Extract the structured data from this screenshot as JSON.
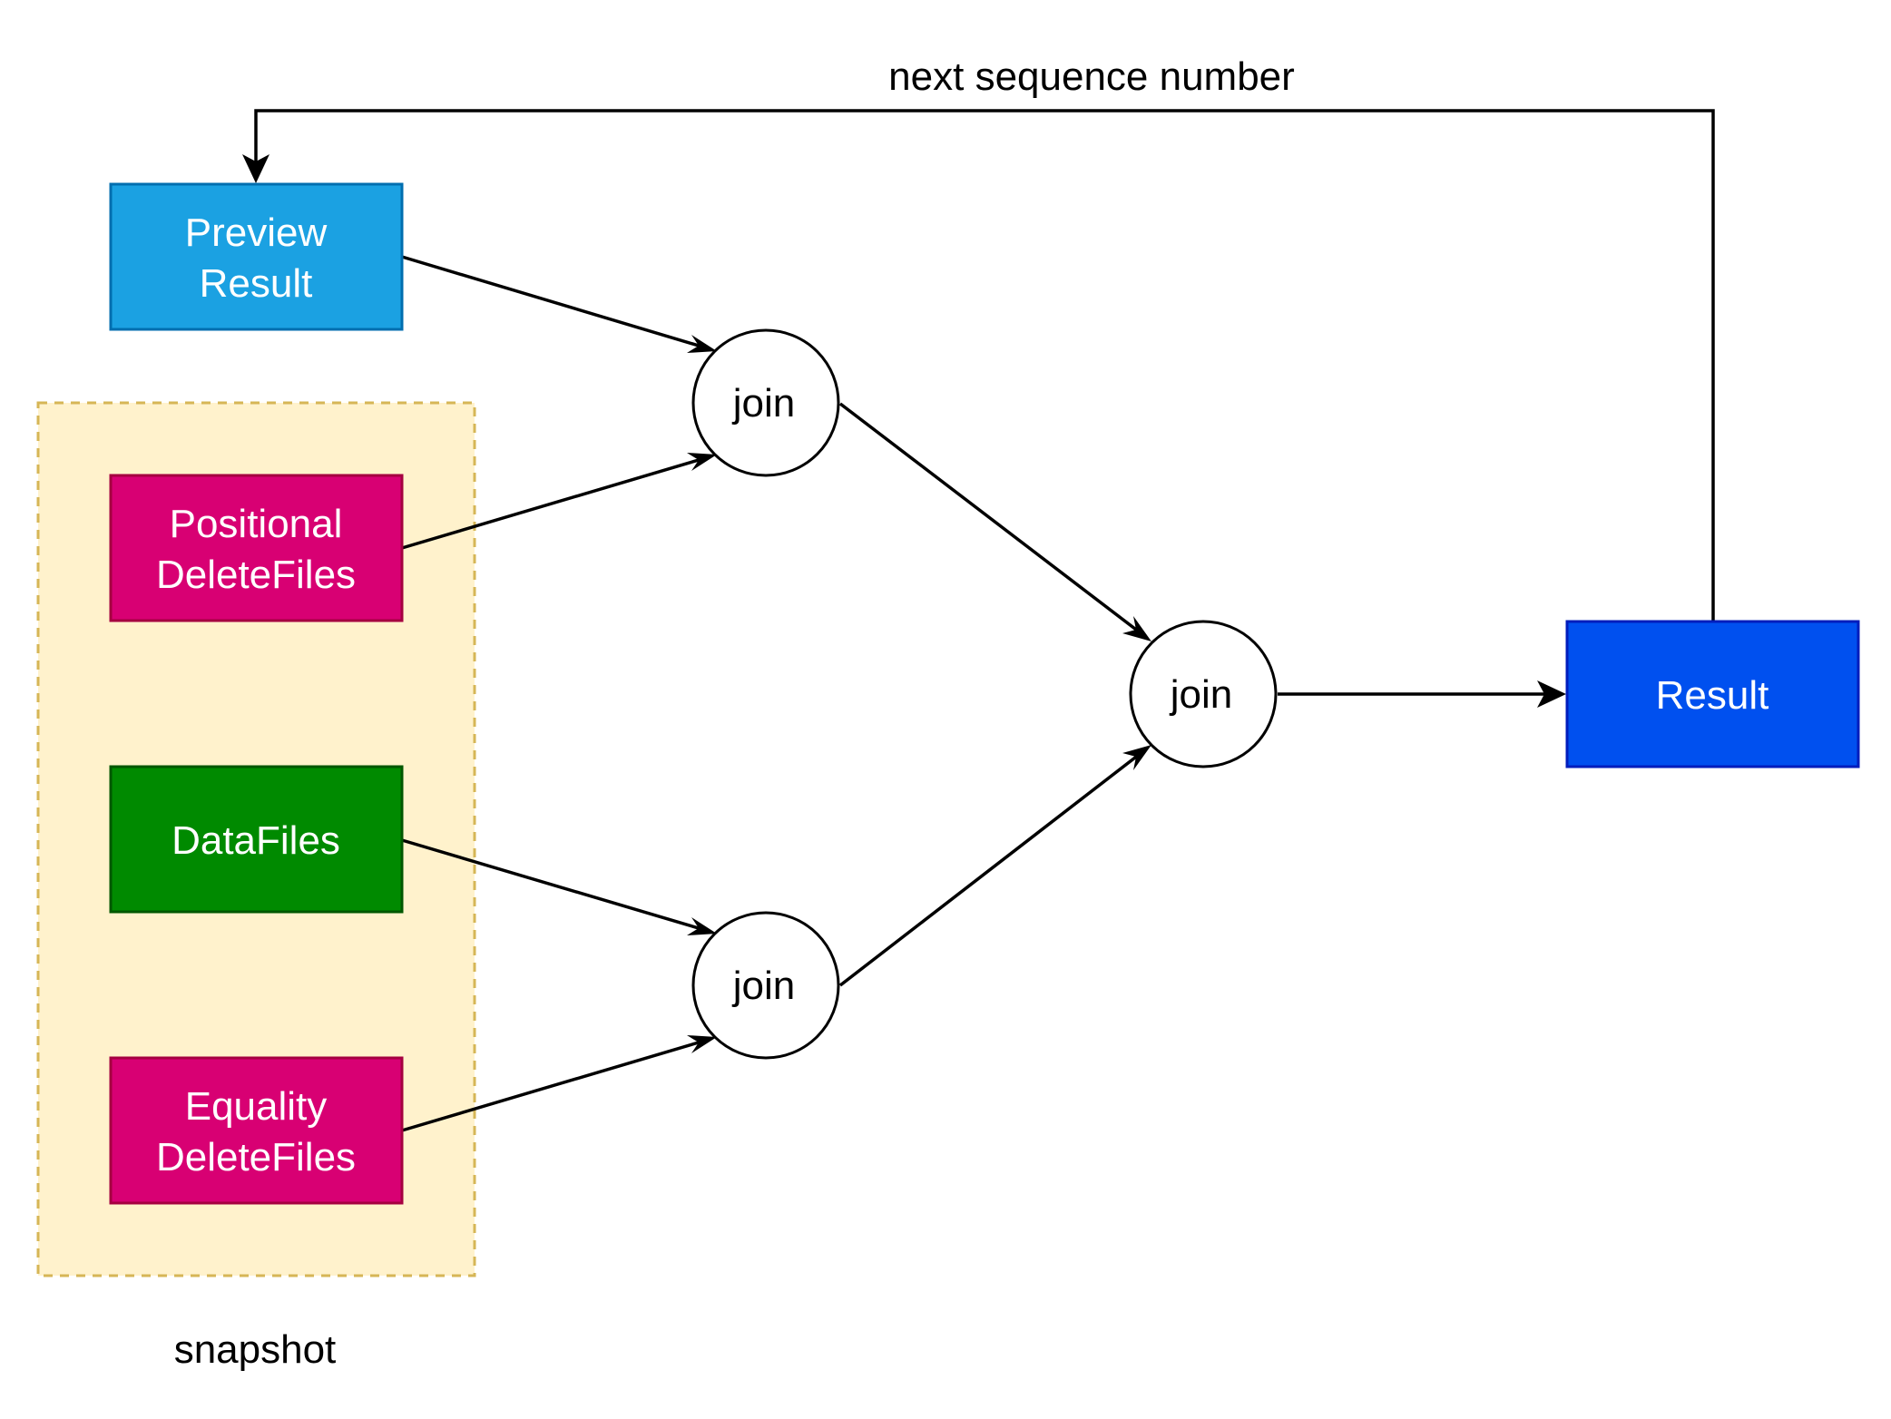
{
  "diagram": {
    "feedback_label": "next sequence number",
    "group_label": "snapshot",
    "nodes": {
      "preview_result": {
        "line1": "Preview",
        "line2": "Result"
      },
      "positional_delete": {
        "line1": "Positional",
        "line2": "DeleteFiles"
      },
      "data_files": {
        "label": "DataFiles"
      },
      "equality_delete": {
        "line1": "Equality",
        "line2": "DeleteFiles"
      },
      "join_top": {
        "label": "join"
      },
      "join_bottom": {
        "label": "join"
      },
      "join_final": {
        "label": "join"
      },
      "result": {
        "label": "Result"
      }
    },
    "edges": [
      {
        "from": "Preview Result",
        "to": "join (top)"
      },
      {
        "from": "Positional DeleteFiles",
        "to": "join (top)"
      },
      {
        "from": "DataFiles",
        "to": "join (bottom)"
      },
      {
        "from": "Equality DeleteFiles",
        "to": "join (bottom)"
      },
      {
        "from": "join (top)",
        "to": "join (final)"
      },
      {
        "from": "join (bottom)",
        "to": "join (final)"
      },
      {
        "from": "join (final)",
        "to": "Result"
      },
      {
        "from": "Result",
        "to": "Preview Result",
        "label": "next sequence number"
      }
    ],
    "colors": {
      "preview_result": "#1ba1e2",
      "delete_files": "#d80073",
      "data_files": "#008a00",
      "result": "#0050ef",
      "snapshot_group_fill": "#fff2cc",
      "snapshot_group_border": "#d6b656"
    }
  }
}
